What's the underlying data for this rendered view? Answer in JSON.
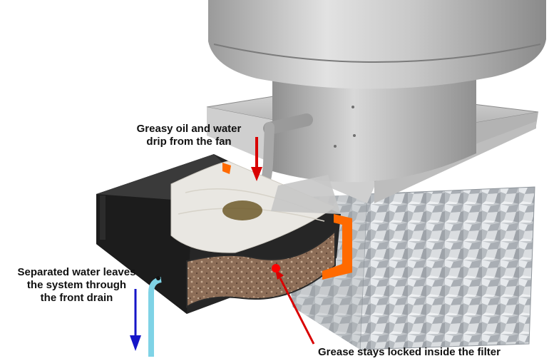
{
  "labels": {
    "top_line1": "Greasy oil and water",
    "top_line2": "drip from the fan",
    "left_line1": "Separated water leaves",
    "left_line2": "the system through",
    "left_line3": "the front drain",
    "bottom": "Grease stays locked inside the filter"
  },
  "colors": {
    "red_arrow": "#d90000",
    "blue_arrow": "#1616c8",
    "orange_clip": "#ff6a00",
    "drain_pipe": "#7fd3e6",
    "filter_media": "#e9e7e2",
    "filter_core": "#8c6d57",
    "tray": "#2a2a2a",
    "grease_spot": "#6e5a2a"
  }
}
